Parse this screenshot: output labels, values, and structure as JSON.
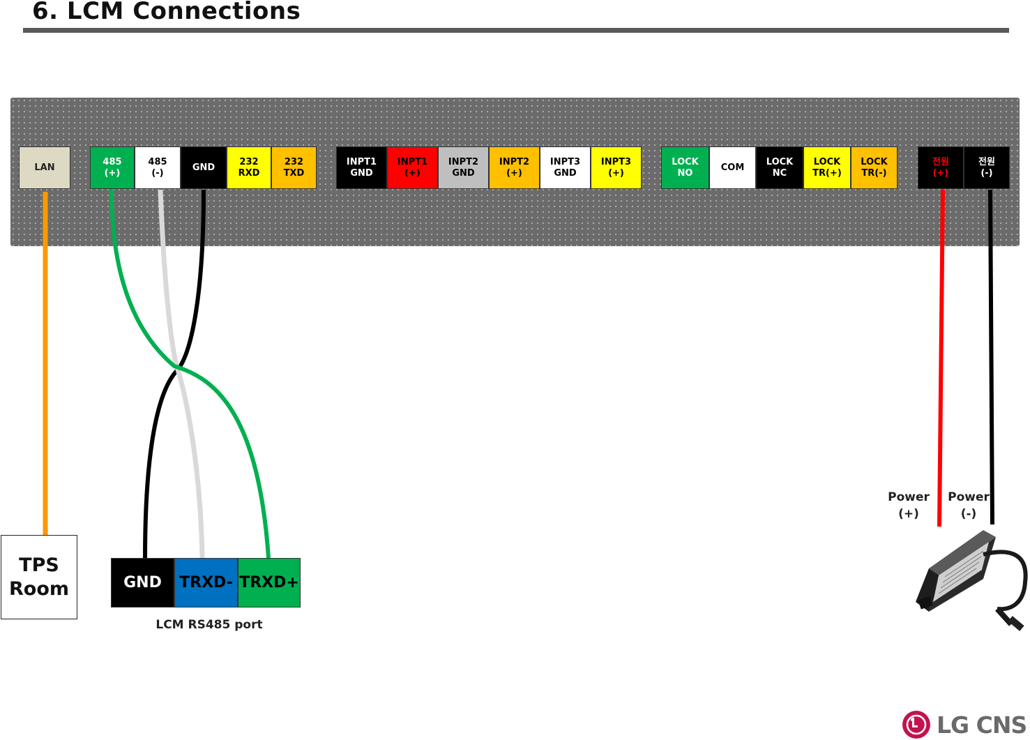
{
  "title": "6. LCM Connections",
  "terminals": [
    {
      "id": "lan",
      "label": "LAN",
      "bg": "#ddd9c3",
      "fg": "#222222"
    },
    {
      "id": "485-plus",
      "label": "485\n(+)",
      "bg": "#00b050",
      "fg": "#ffffff"
    },
    {
      "id": "485-minus",
      "label": "485\n(-)",
      "bg": "#ffffff",
      "fg": "#000000"
    },
    {
      "id": "gnd",
      "label": "GND",
      "bg": "#000000",
      "fg": "#ffffff"
    },
    {
      "id": "232-rxd",
      "label": "232\nRXD",
      "bg": "#ffff00",
      "fg": "#000000"
    },
    {
      "id": "232-txd",
      "label": "232\nTXD",
      "bg": "#ffc000",
      "fg": "#000000"
    },
    {
      "id": "inpt1-gnd",
      "label": "INPT1\nGND",
      "bg": "#000000",
      "fg": "#ffffff"
    },
    {
      "id": "inpt1-plus",
      "label": "INPT1\n(+)",
      "bg": "#ff0000",
      "fg": "#000000"
    },
    {
      "id": "inpt2-gnd",
      "label": "INPT2\nGND",
      "bg": "#bfbfbf",
      "fg": "#000000"
    },
    {
      "id": "inpt2-plus",
      "label": "INPT2\n(+)",
      "bg": "#ffc000",
      "fg": "#000000"
    },
    {
      "id": "inpt3-gnd",
      "label": "INPT3\nGND",
      "bg": "#ffffff",
      "fg": "#000000"
    },
    {
      "id": "inpt3-plus",
      "label": "INPT3\n(+)",
      "bg": "#ffff00",
      "fg": "#000000"
    },
    {
      "id": "lock-no",
      "label": "LOCK\nNO",
      "bg": "#00b050",
      "fg": "#ffffff"
    },
    {
      "id": "com",
      "label": "COM",
      "bg": "#ffffff",
      "fg": "#000000"
    },
    {
      "id": "lock-nc",
      "label": "LOCK\nNC",
      "bg": "#000000",
      "fg": "#ffffff"
    },
    {
      "id": "lock-tr-plus",
      "label": "LOCK\nTR(+)",
      "bg": "#ffff00",
      "fg": "#000000"
    },
    {
      "id": "lock-tr-minus",
      "label": "LOCK\nTR(-)",
      "bg": "#ffc000",
      "fg": "#000000"
    },
    {
      "id": "power-plus",
      "label": "전원\n(+)",
      "bg": "#000000",
      "fg": "#ff0000"
    },
    {
      "id": "power-minus",
      "label": "전원\n(-)",
      "bg": "#000000",
      "fg": "#ffffff"
    }
  ],
  "tps_room": {
    "label": "TPS\nRoom"
  },
  "rs485_port": {
    "caption": "LCM RS485 port",
    "pins": [
      {
        "id": "gnd",
        "label": "GND",
        "bg": "#000000",
        "fg": "#ffffff"
      },
      {
        "id": "trxd-minus",
        "label": "TRXD-",
        "bg": "#0070c0",
        "fg": "#000000"
      },
      {
        "id": "trxd-plus",
        "label": "TRXD+",
        "bg": "#00b050",
        "fg": "#000000"
      }
    ]
  },
  "power_labels": {
    "plus": "Power\n(+)",
    "minus": "Power\n(-)"
  },
  "wire_colors": {
    "lan": "#ff9900",
    "green": "#00b050",
    "white": "#d9d9d9",
    "black": "#000000",
    "red": "#ff0000"
  },
  "logo": {
    "text": "LG CNS"
  }
}
